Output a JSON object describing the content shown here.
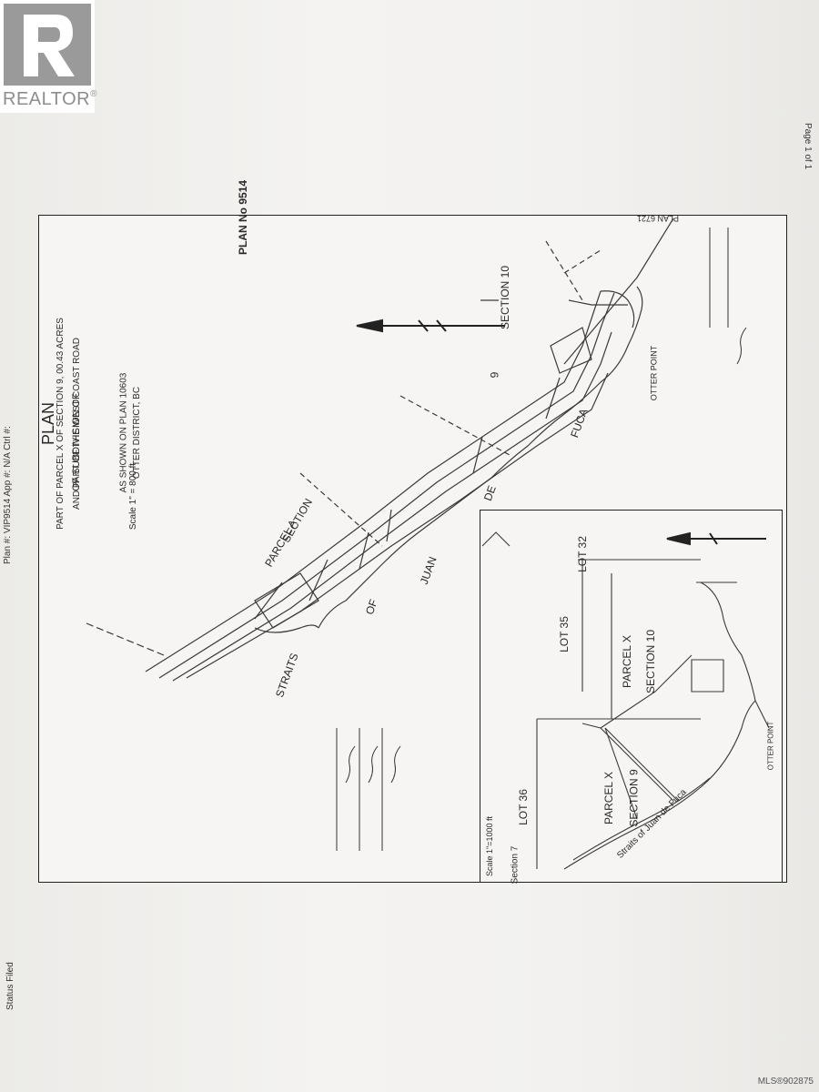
{
  "logo": {
    "text": "REALTOR",
    "registered": "®"
  },
  "margin": {
    "plan_reference": "Plan #: VIP9514 App #: N/A Ctrl #:",
    "status": "Status Filed",
    "page_of": "Page 1 of 1",
    "mls": "MLS®902875"
  },
  "plan": {
    "plan_number": "PLAN No 9514",
    "title": "PLAN",
    "subtitle_1": "OF SUBDIVISION OF",
    "subtitle_2": "PART OF PARCEL X OF SECTION 9, 00.43 ACRES",
    "subtitle_3": "AND PART OF THE WEST COAST ROAD",
    "subtitle_4": "AS SHOWN ON PLAN 10603",
    "subtitle_5": "OTTER DISTRICT, BC",
    "scale": "Scale 1\" = 800 ft",
    "labels": {
      "section_10": "SECTION 10",
      "section_9": "9",
      "parcel_a": "PARCEL A",
      "section": "SECTION",
      "straits": "STRAITS",
      "of": "OF",
      "juan": "JUAN",
      "de": "DE",
      "fuca": "FUCA",
      "otter_point": "OTTER POINT",
      "plan_6721": "PLAN 6721"
    }
  },
  "inset": {
    "lot_32": "LOT 32",
    "lot_35": "LOT 35",
    "lot_36": "LOT 36",
    "parcel_x_1": "PARCEL X",
    "section_10": "SECTION 10",
    "parcel_x_2": "PARCEL X",
    "section_9": "SECTION 9",
    "section_7": "Section 7",
    "straits": "Straits of Juan de Fuca",
    "otter_point": "OTTER POINT",
    "inset_scale": "Scale 1\"=1000 ft"
  },
  "icons": [
    "realtor-logo-icon",
    "north-arrow-icon"
  ]
}
